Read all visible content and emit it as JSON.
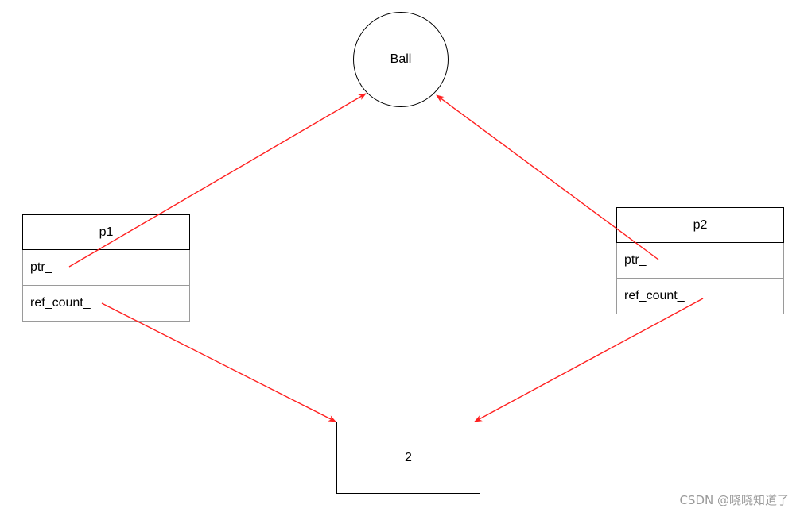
{
  "ball": {
    "label": "Ball"
  },
  "p1": {
    "title": "p1",
    "fields": [
      "ptr_",
      "ref_count_"
    ]
  },
  "p2": {
    "title": "p2",
    "fields": [
      "ptr_",
      "ref_count_"
    ]
  },
  "ref_count_box": {
    "value": "2"
  },
  "watermark": "CSDN @晓晓知道了",
  "colors": {
    "arrow": "#ff2020",
    "border": "#000000",
    "field_border": "#9a9a9a"
  }
}
